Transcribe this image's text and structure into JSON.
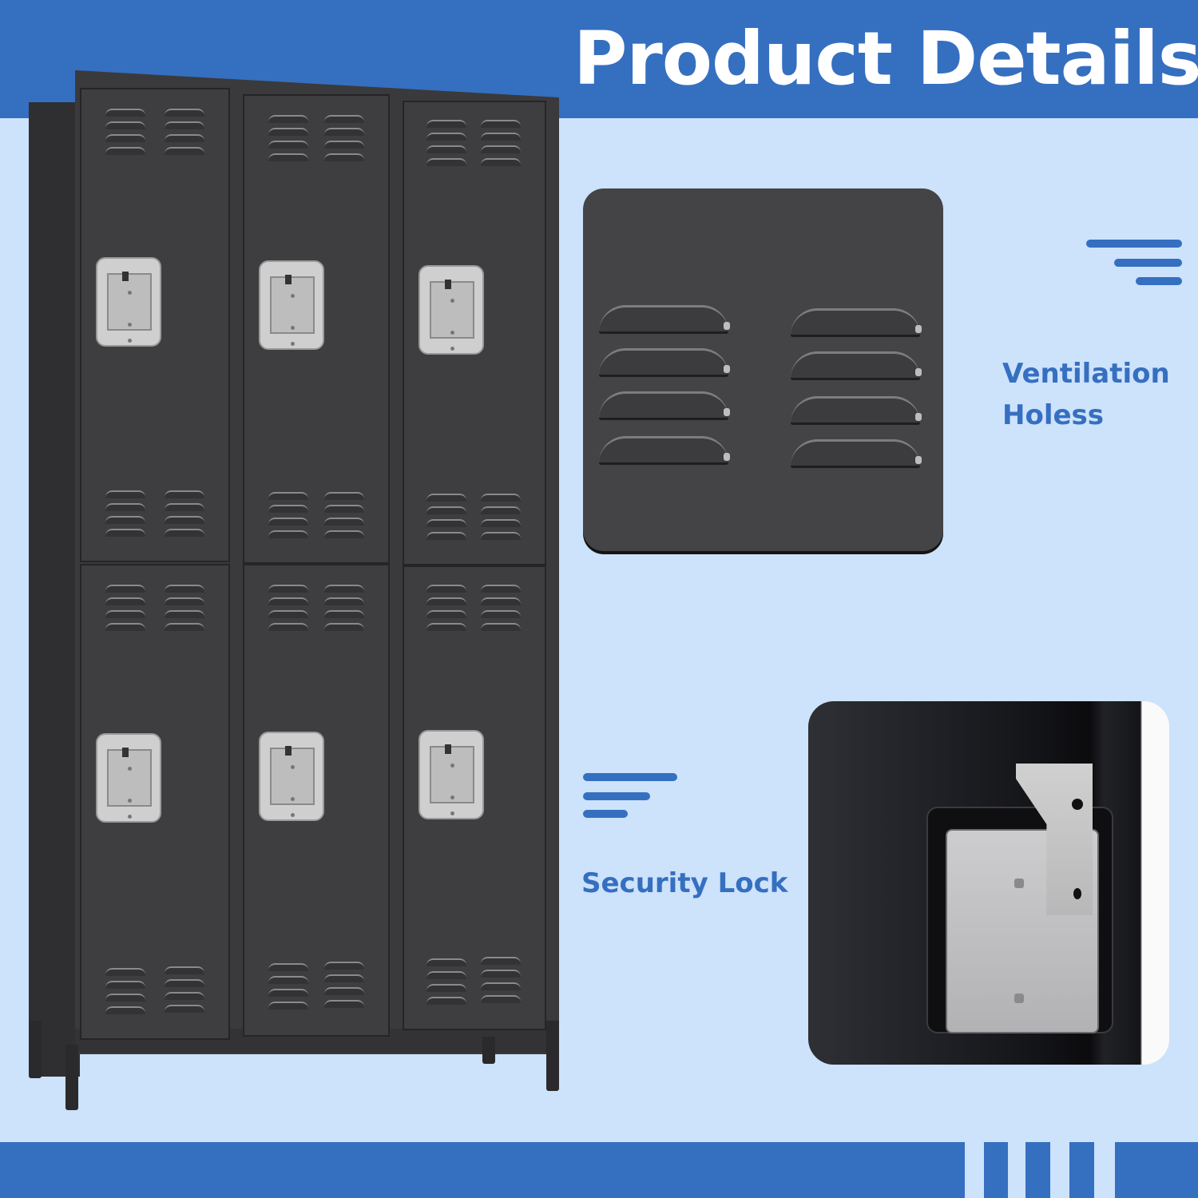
{
  "header": {
    "title": "Product Details"
  },
  "features": [
    {
      "label_line1": "Ventilation",
      "label_line2": "Holess",
      "icon": "align-right-lines-icon"
    },
    {
      "label": "Security Lock",
      "icon": "align-left-lines-icon"
    }
  ],
  "product": {
    "name": "3-column 6-door steel locker",
    "columns": 3,
    "rows": 2,
    "color": "#3e3e40"
  },
  "colors": {
    "brand_blue": "#356fc0",
    "background": "#cde2fb",
    "text_white": "#ffffff"
  }
}
